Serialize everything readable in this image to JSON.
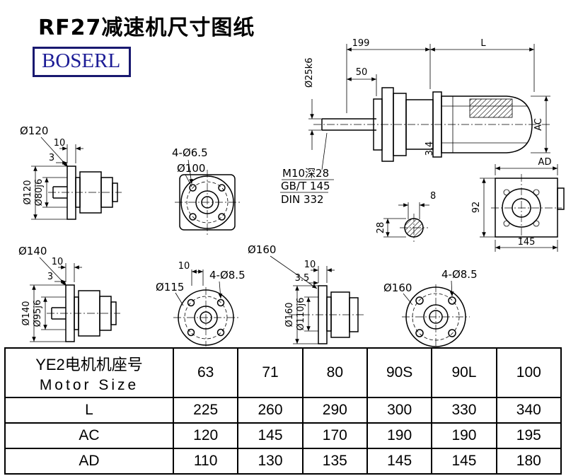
{
  "page": {
    "title": "RF27减速机尺寸图纸",
    "logo": "BOSERL"
  },
  "main_view": {
    "dim_199": "199",
    "dim_l": "L",
    "dim_50": "50",
    "shaft_dia": "Ø25k6",
    "dim_ac": "AC",
    "dim_34": "3.4",
    "note_thread": "M10深28",
    "note_gb": "GB/T 145",
    "note_din": "DIN 332"
  },
  "end_view": {
    "dim_8": "8",
    "dim_28": "28",
    "dim_92": "92",
    "dim_145": "145",
    "dim_ad": "AD"
  },
  "view_120": {
    "callout": "Ø120",
    "dim_10": "10",
    "dim_3": "3",
    "dia_outer": "Ø120",
    "dia_shaft": "Ø80j6"
  },
  "flange_100": {
    "holes": "4-Ø6.5",
    "dia": "Ø100"
  },
  "view_140": {
    "callout": "Ø140",
    "dim_10": "10",
    "dim_3": "3",
    "dia_outer": "Ø140",
    "dia_shaft": "Ø95j6"
  },
  "flange_115": {
    "dia": "Ø115",
    "holes": "4-Ø8.5",
    "dim_10": "10"
  },
  "view_160": {
    "callout": "Ø160",
    "dim_10": "10",
    "dim_35": "3.5",
    "dia_outer": "Ø160",
    "dia_shaft": "Ø110j6"
  },
  "flange_160": {
    "dia": "Ø160",
    "holes": "4-Ø8.5"
  },
  "table": {
    "header_cn": "YE2电机机座号",
    "header_en": "Motor Size",
    "sizes": [
      "63",
      "71",
      "80",
      "90S",
      "90L",
      "100"
    ],
    "rows": [
      {
        "label": "L",
        "values": [
          "225",
          "260",
          "290",
          "300",
          "330",
          "340"
        ]
      },
      {
        "label": "AC",
        "values": [
          "120",
          "145",
          "170",
          "190",
          "190",
          "195"
        ]
      },
      {
        "label": "AD",
        "values": [
          "110",
          "130",
          "135",
          "145",
          "145",
          "180"
        ]
      }
    ]
  }
}
